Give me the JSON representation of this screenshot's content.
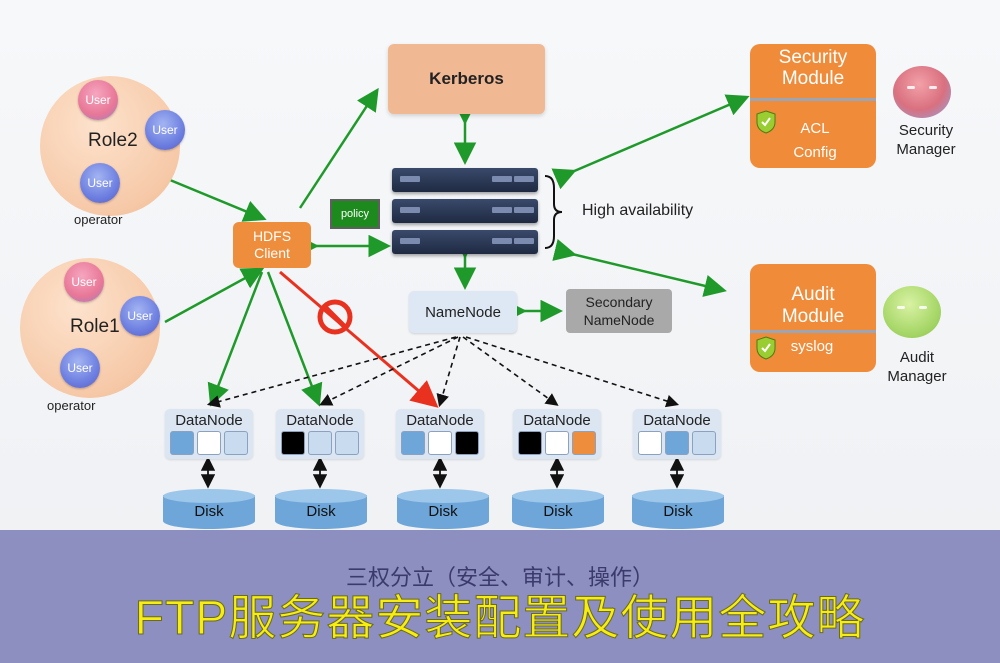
{
  "nodes": {
    "kerberos": "Kerberos",
    "hdfs_client": [
      "HDFS",
      "Client"
    ],
    "policy": "policy",
    "high_availability": "High availability",
    "namenode": "NameNode",
    "secondary_namenode": [
      "Secondary",
      "NameNode"
    ]
  },
  "roles": [
    {
      "name": "Role2",
      "operator": "operator",
      "users": [
        "User",
        "User",
        "User"
      ]
    },
    {
      "name": "Role1",
      "operator": "operator",
      "users": [
        "User",
        "User",
        "User"
      ]
    }
  ],
  "modules": {
    "security": {
      "title": [
        "Security",
        "Module"
      ],
      "items": [
        "ACL",
        "Config"
      ],
      "manager": [
        "Security",
        "Manager"
      ]
    },
    "audit": {
      "title": [
        "Audit",
        "Module"
      ],
      "items": [
        "syslog"
      ],
      "manager": [
        "Audit",
        "Manager"
      ]
    }
  },
  "datanodes": [
    {
      "label": "DataNode",
      "disk": "Disk"
    },
    {
      "label": "DataNode",
      "disk": "Disk"
    },
    {
      "label": "DataNode",
      "disk": "Disk"
    },
    {
      "label": "DataNode",
      "disk": "Disk"
    },
    {
      "label": "DataNode",
      "disk": "Disk"
    }
  ],
  "footer": {
    "subtitle": "三权分立（安全、审计、操作）",
    "overlay_title": "FTP服务器安装配置及使用全攻略"
  },
  "colors": {
    "arrow_green": "#1f9a2a",
    "arrow_red": "#e8321f",
    "orange": "#ef8b39"
  }
}
